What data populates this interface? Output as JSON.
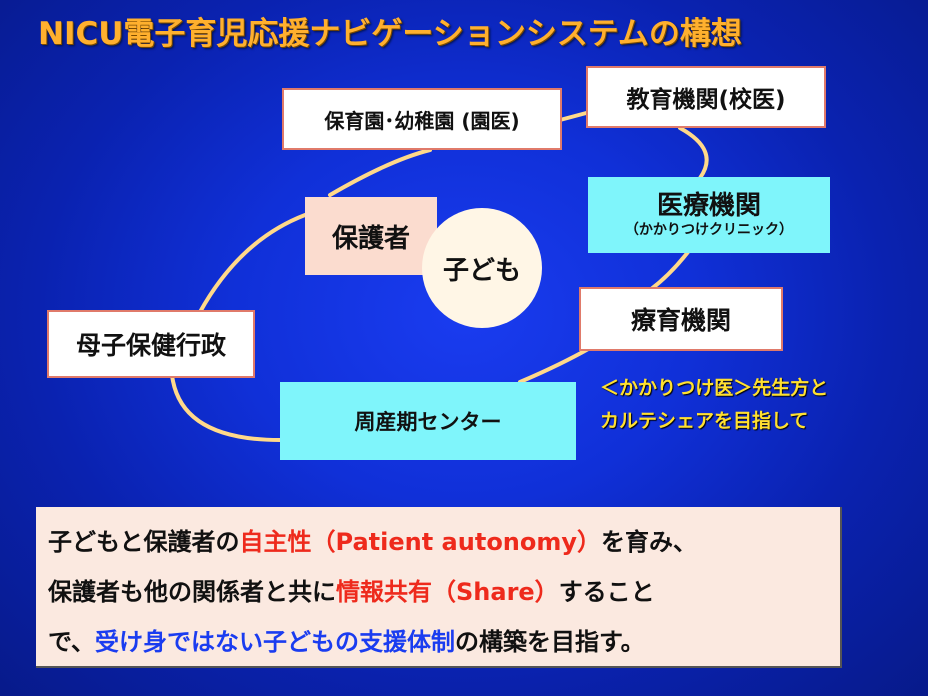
{
  "title": "NICU電子育児応援ナビゲーションシステムの構想",
  "nodes": {
    "nursery": "保育園･幼稚園 (園医)",
    "education": "教育機関(校医)",
    "medical": "医療機関",
    "medical_sub": "（かかりつけクリニック）",
    "guardian": "保護者",
    "child": "子ども",
    "therapy": "療育機関",
    "maternal": "母子保健行政",
    "perinatal": "周産期センター"
  },
  "note": {
    "line1": "＜かかりつけ医＞先生方と",
    "line2": "カルテシェアを目指して"
  },
  "summary": {
    "l1_a": "子どもと保護者の",
    "l1_b": "自主性（Patient autonomy）",
    "l1_c": "を育み、",
    "l2_a": "保護者も他の関係者と共に",
    "l2_b": "情報共有（Share）",
    "l2_c": "すること",
    "l3_a": "で、",
    "l3_b": "受け身ではない子どもの支援体制",
    "l3_c": "の構築を目指す。"
  },
  "colors": {
    "title": "#ffb02e",
    "link": "#ffd98a",
    "emphasis_red": "#ee2a1c",
    "emphasis_blue": "#1a3cf0",
    "note": "#ffe030"
  }
}
